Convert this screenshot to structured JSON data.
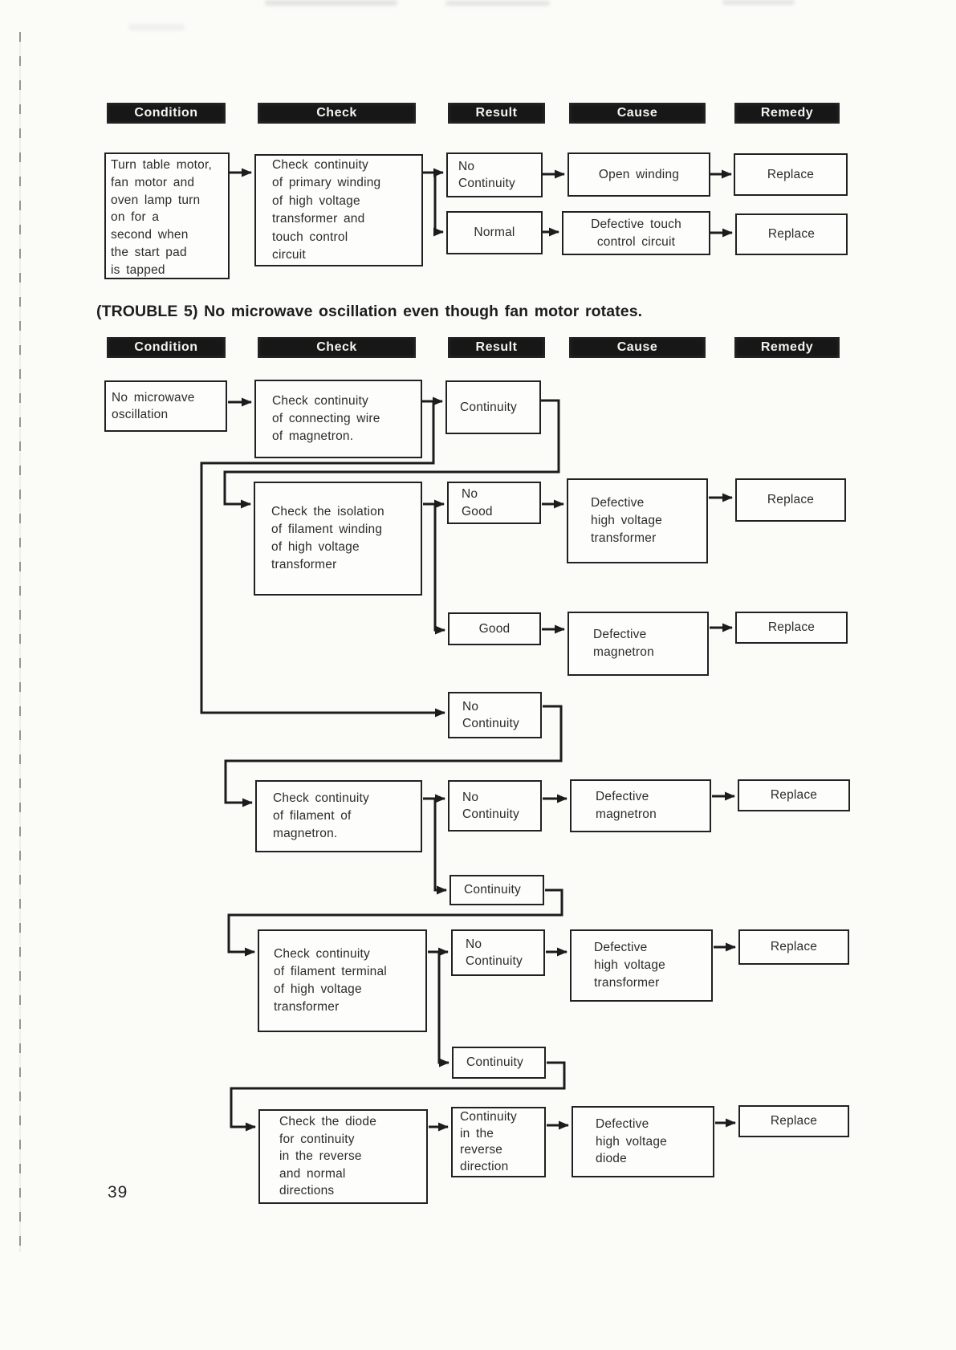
{
  "column_headers": [
    "Condition",
    "Check",
    "Result",
    "Cause",
    "Remedy"
  ],
  "section_a": {
    "condition": "Turn table motor,\nfan motor and\noven lamp turn\non for a\nsecond when\nthe start pad\nis tapped",
    "check": "Check continuity\nof primary winding\nof high voltage\ntransformer and\ntouch control\ncircuit",
    "result_no_continuity": "No\nContinuity",
    "result_normal": "Normal",
    "cause_open_winding": "Open winding",
    "cause_defective_touch": "Defective touch\ncontrol circuit",
    "remedy_1": "Replace",
    "remedy_2": "Replace"
  },
  "section_b": {
    "title": "(TROUBLE 5) No microwave oscillation even though fan motor rotates.",
    "condition": "No microwave\noscillation",
    "check_connecting_wire": "Check continuity\nof connecting wire\nof magnetron.",
    "result_continuity_1": "Continuity",
    "check_isolation": "Check the isolation\nof filament winding\nof high voltage\ntransformer",
    "result_no_good": "No\nGood",
    "cause_hv_transformer_1": "Defective\nhigh voltage\ntransformer",
    "remedy_1": "Replace",
    "result_good": "Good",
    "cause_magnetron_1": "Defective\nmagnetron",
    "remedy_2": "Replace",
    "result_no_continuity_1": "No\nContinuity",
    "check_filament": "Check continuity\nof filament of\nmagnetron.",
    "result_no_continuity_2": "No\nContinuity",
    "cause_magnetron_2": "Defective\nmagnetron",
    "remedy_3": "Replace",
    "result_continuity_2": "Continuity",
    "check_filament_terminal": "Check continuity\nof filament terminal\nof high voltage\ntransformer",
    "result_no_continuity_3": "No\nContinuity",
    "cause_hv_transformer_2": "Defective\nhigh voltage\ntransformer",
    "remedy_4": "Replace",
    "result_continuity_3": "Continuity",
    "check_diode": "Check the diode\nfor continuity\nin the reverse\nand normal\ndirections",
    "result_reverse_direction": "Continuity\nin the\nreverse\ndirection",
    "cause_hv_diode": "Defective\nhigh voltage\ndiode",
    "remedy_5": "Replace"
  },
  "page_number": "39",
  "colors": {
    "paper": "#fbfbf8",
    "header_bar_bg": "#171717",
    "header_bar_text": "#f3f3ef",
    "ink": "#212121"
  }
}
